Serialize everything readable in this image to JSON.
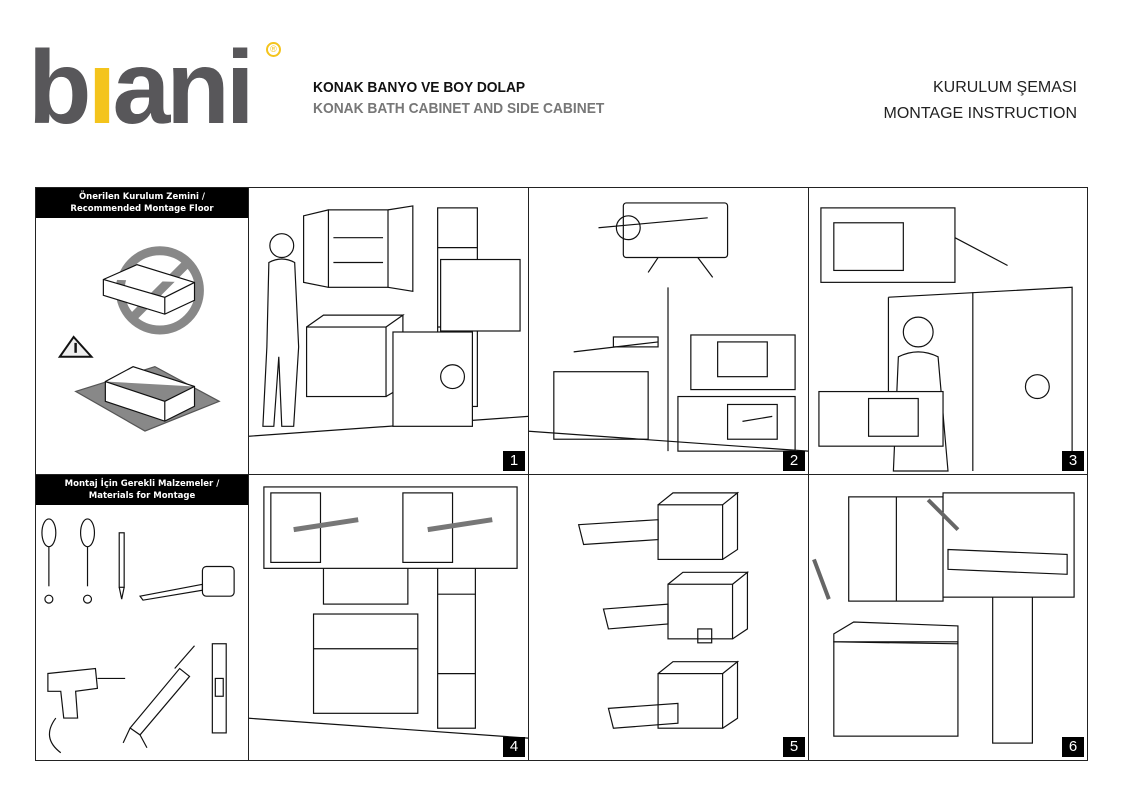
{
  "brand": {
    "logo_text": "biani",
    "registered": "®"
  },
  "header": {
    "title_tr": "KONAK BANYO VE BOY DOLAP",
    "title_en": "KONAK BATH CABINET AND SIDE CABINET",
    "doc_tr": "KURULUM ŞEMASI",
    "doc_en": "MONTAGE INSTRUCTION"
  },
  "side": {
    "floor_title_1": "Önerilen Kurulum Zemini /",
    "floor_title_2": "Recommended Montage Floor",
    "materials_title_1": "Montaj İçin Gerekli Malzemeler /",
    "materials_title_2": "Materials for Montage"
  },
  "steps": [
    "1",
    "2",
    "3",
    "4",
    "5",
    "6"
  ],
  "colors": {
    "logo_gray": "#58575a",
    "logo_yellow": "#f4c41c"
  }
}
